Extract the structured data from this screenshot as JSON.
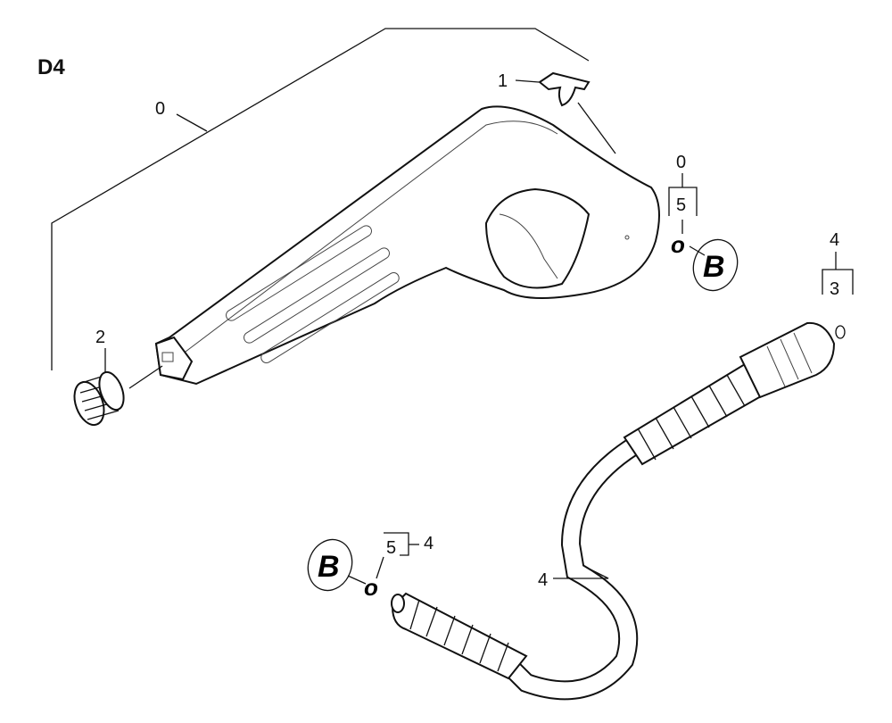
{
  "diagram": {
    "title": "D4",
    "labels": {
      "assembly": "0",
      "clip": "1",
      "spring": "2",
      "top_group": "0",
      "top_oring": "5",
      "nut_group": "4",
      "nut_oring": "3",
      "hose": "4",
      "bottom_oring": "5",
      "bottom_group": "4"
    },
    "badges": {
      "top": "B",
      "bottom": "B"
    }
  }
}
